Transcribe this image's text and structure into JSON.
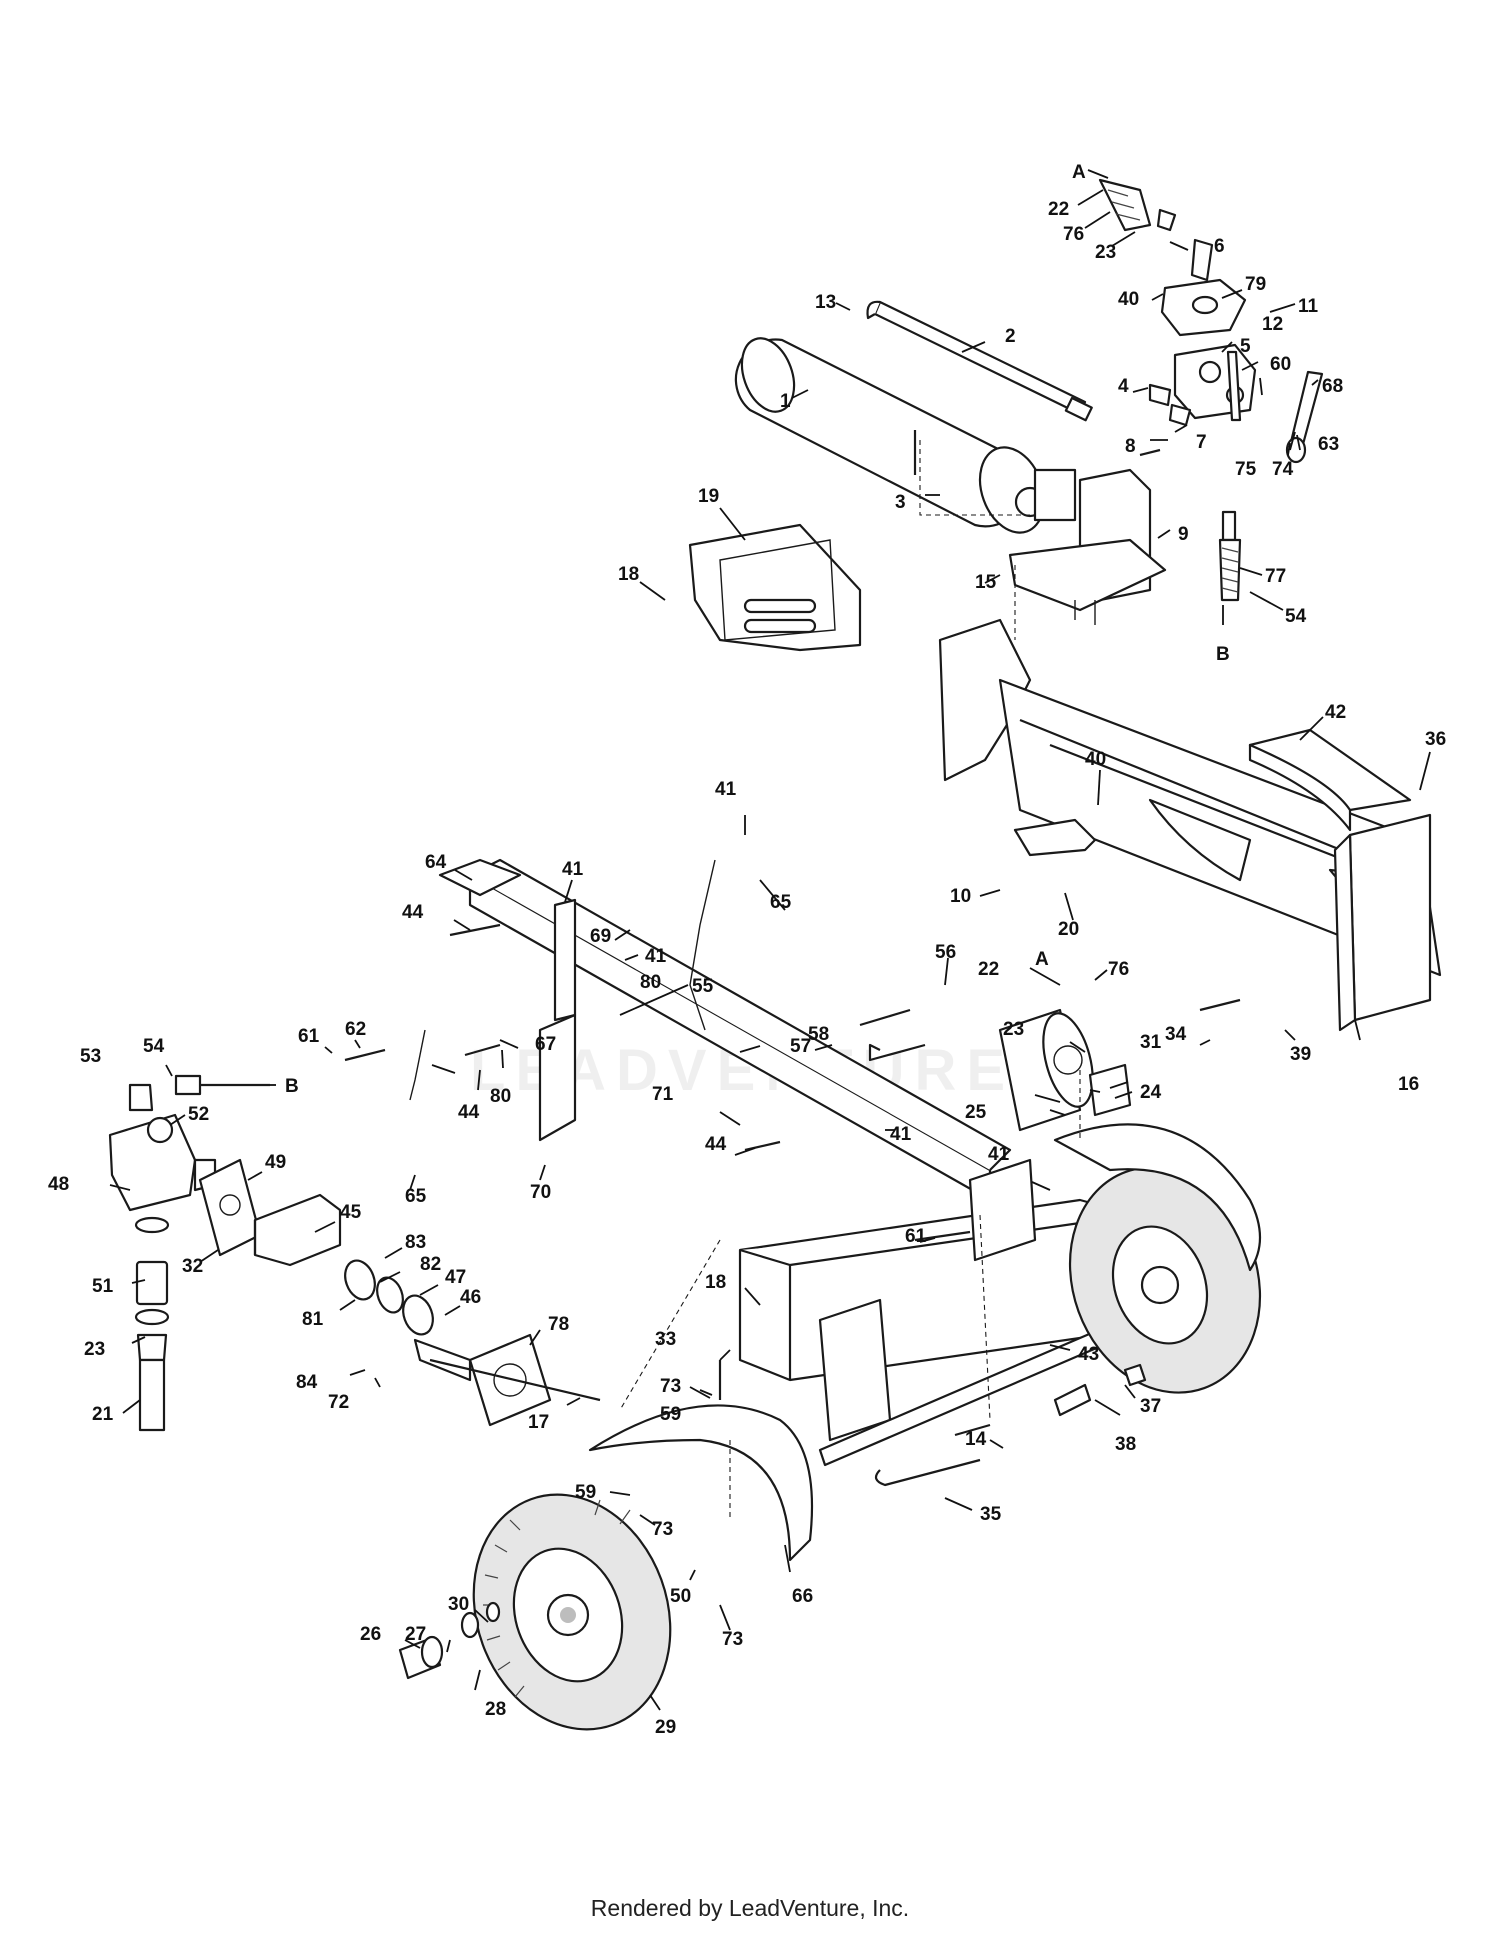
{
  "footer_text": "Rendered by LeadVenture, Inc.",
  "watermark_text": "LEADVENTURE",
  "callouts": [
    {
      "id": "c-A-top",
      "text": "A"
    },
    {
      "id": "c-22-top",
      "text": "22"
    },
    {
      "id": "c-76-top",
      "text": "76"
    },
    {
      "id": "c-23-top",
      "text": "23"
    },
    {
      "id": "c-6",
      "text": "6"
    },
    {
      "id": "c-13",
      "text": "13"
    },
    {
      "id": "c-2",
      "text": "2"
    },
    {
      "id": "c-40-top",
      "text": "40"
    },
    {
      "id": "c-79",
      "text": "79"
    },
    {
      "id": "c-11",
      "text": "11"
    },
    {
      "id": "c-12",
      "text": "12"
    },
    {
      "id": "c-5",
      "text": "5"
    },
    {
      "id": "c-60",
      "text": "60"
    },
    {
      "id": "c-68",
      "text": "68"
    },
    {
      "id": "c-1",
      "text": "1"
    },
    {
      "id": "c-4",
      "text": "4"
    },
    {
      "id": "c-7",
      "text": "7"
    },
    {
      "id": "c-63",
      "text": "63"
    },
    {
      "id": "c-75",
      "text": "75"
    },
    {
      "id": "c-74",
      "text": "74"
    },
    {
      "id": "c-8",
      "text": "8"
    },
    {
      "id": "c-3",
      "text": "3"
    },
    {
      "id": "c-9",
      "text": "9"
    },
    {
      "id": "c-15",
      "text": "15"
    },
    {
      "id": "c-77",
      "text": "77"
    },
    {
      "id": "c-54-top",
      "text": "54"
    },
    {
      "id": "c-B-top",
      "text": "B"
    },
    {
      "id": "c-19",
      "text": "19"
    },
    {
      "id": "c-18-top",
      "text": "18"
    },
    {
      "id": "c-42",
      "text": "42"
    },
    {
      "id": "c-36",
      "text": "36"
    },
    {
      "id": "c-40-mid",
      "text": "40"
    },
    {
      "id": "c-10",
      "text": "10"
    },
    {
      "id": "c-20",
      "text": "20"
    },
    {
      "id": "c-41-a",
      "text": "41"
    },
    {
      "id": "c-65-a",
      "text": "65"
    },
    {
      "id": "c-64",
      "text": "64"
    },
    {
      "id": "c-41-b",
      "text": "41"
    },
    {
      "id": "c-44-a",
      "text": "44"
    },
    {
      "id": "c-69",
      "text": "69"
    },
    {
      "id": "c-41-c",
      "text": "41"
    },
    {
      "id": "c-80-a",
      "text": "80"
    },
    {
      "id": "c-55",
      "text": "55"
    },
    {
      "id": "c-56",
      "text": "56"
    },
    {
      "id": "c-A-mid",
      "text": "A"
    },
    {
      "id": "c-22-mid",
      "text": "22"
    },
    {
      "id": "c-76-mid",
      "text": "76"
    },
    {
      "id": "c-34",
      "text": "34"
    },
    {
      "id": "c-39",
      "text": "39"
    },
    {
      "id": "c-16",
      "text": "16"
    },
    {
      "id": "c-61-a",
      "text": "61"
    },
    {
      "id": "c-62",
      "text": "62"
    },
    {
      "id": "c-67",
      "text": "67"
    },
    {
      "id": "c-57",
      "text": "57"
    },
    {
      "id": "c-58",
      "text": "58"
    },
    {
      "id": "c-23-mid",
      "text": "23"
    },
    {
      "id": "c-31",
      "text": "31"
    },
    {
      "id": "c-53",
      "text": "53"
    },
    {
      "id": "c-54-mid",
      "text": "54"
    },
    {
      "id": "c-B-mid",
      "text": "B"
    },
    {
      "id": "c-44-b",
      "text": "44"
    },
    {
      "id": "c-80-b",
      "text": "80"
    },
    {
      "id": "c-71",
      "text": "71"
    },
    {
      "id": "c-24",
      "text": "24"
    },
    {
      "id": "c-25",
      "text": "25"
    },
    {
      "id": "c-52",
      "text": "52"
    },
    {
      "id": "c-41-d",
      "text": "41"
    },
    {
      "id": "c-44-c",
      "text": "44"
    },
    {
      "id": "c-48",
      "text": "48"
    },
    {
      "id": "c-49",
      "text": "49"
    },
    {
      "id": "c-65-b",
      "text": "65"
    },
    {
      "id": "c-70",
      "text": "70"
    },
    {
      "id": "c-41-e",
      "text": "41"
    },
    {
      "id": "c-45",
      "text": "45"
    },
    {
      "id": "c-32",
      "text": "32"
    },
    {
      "id": "c-61-b",
      "text": "61"
    },
    {
      "id": "c-51",
      "text": "51"
    },
    {
      "id": "c-83",
      "text": "83"
    },
    {
      "id": "c-82",
      "text": "82"
    },
    {
      "id": "c-47",
      "text": "47"
    },
    {
      "id": "c-18-mid",
      "text": "18"
    },
    {
      "id": "c-46",
      "text": "46"
    },
    {
      "id": "c-81",
      "text": "81"
    },
    {
      "id": "c-23-low",
      "text": "23"
    },
    {
      "id": "c-78",
      "text": "78"
    },
    {
      "id": "c-33",
      "text": "33"
    },
    {
      "id": "c-43",
      "text": "43"
    },
    {
      "id": "c-84",
      "text": "84"
    },
    {
      "id": "c-72",
      "text": "72"
    },
    {
      "id": "c-73-a",
      "text": "73"
    },
    {
      "id": "c-37",
      "text": "37"
    },
    {
      "id": "c-59-a",
      "text": "59"
    },
    {
      "id": "c-21",
      "text": "21"
    },
    {
      "id": "c-17",
      "text": "17"
    },
    {
      "id": "c-38",
      "text": "38"
    },
    {
      "id": "c-14",
      "text": "14"
    },
    {
      "id": "c-59-b",
      "text": "59"
    },
    {
      "id": "c-35",
      "text": "35"
    },
    {
      "id": "c-73-b",
      "text": "73"
    },
    {
      "id": "c-50",
      "text": "50"
    },
    {
      "id": "c-66",
      "text": "66"
    },
    {
      "id": "c-30",
      "text": "30"
    },
    {
      "id": "c-73-c",
      "text": "73"
    },
    {
      "id": "c-26",
      "text": "26"
    },
    {
      "id": "c-27",
      "text": "27"
    },
    {
      "id": "c-28",
      "text": "28"
    },
    {
      "id": "c-29",
      "text": "29"
    }
  ]
}
